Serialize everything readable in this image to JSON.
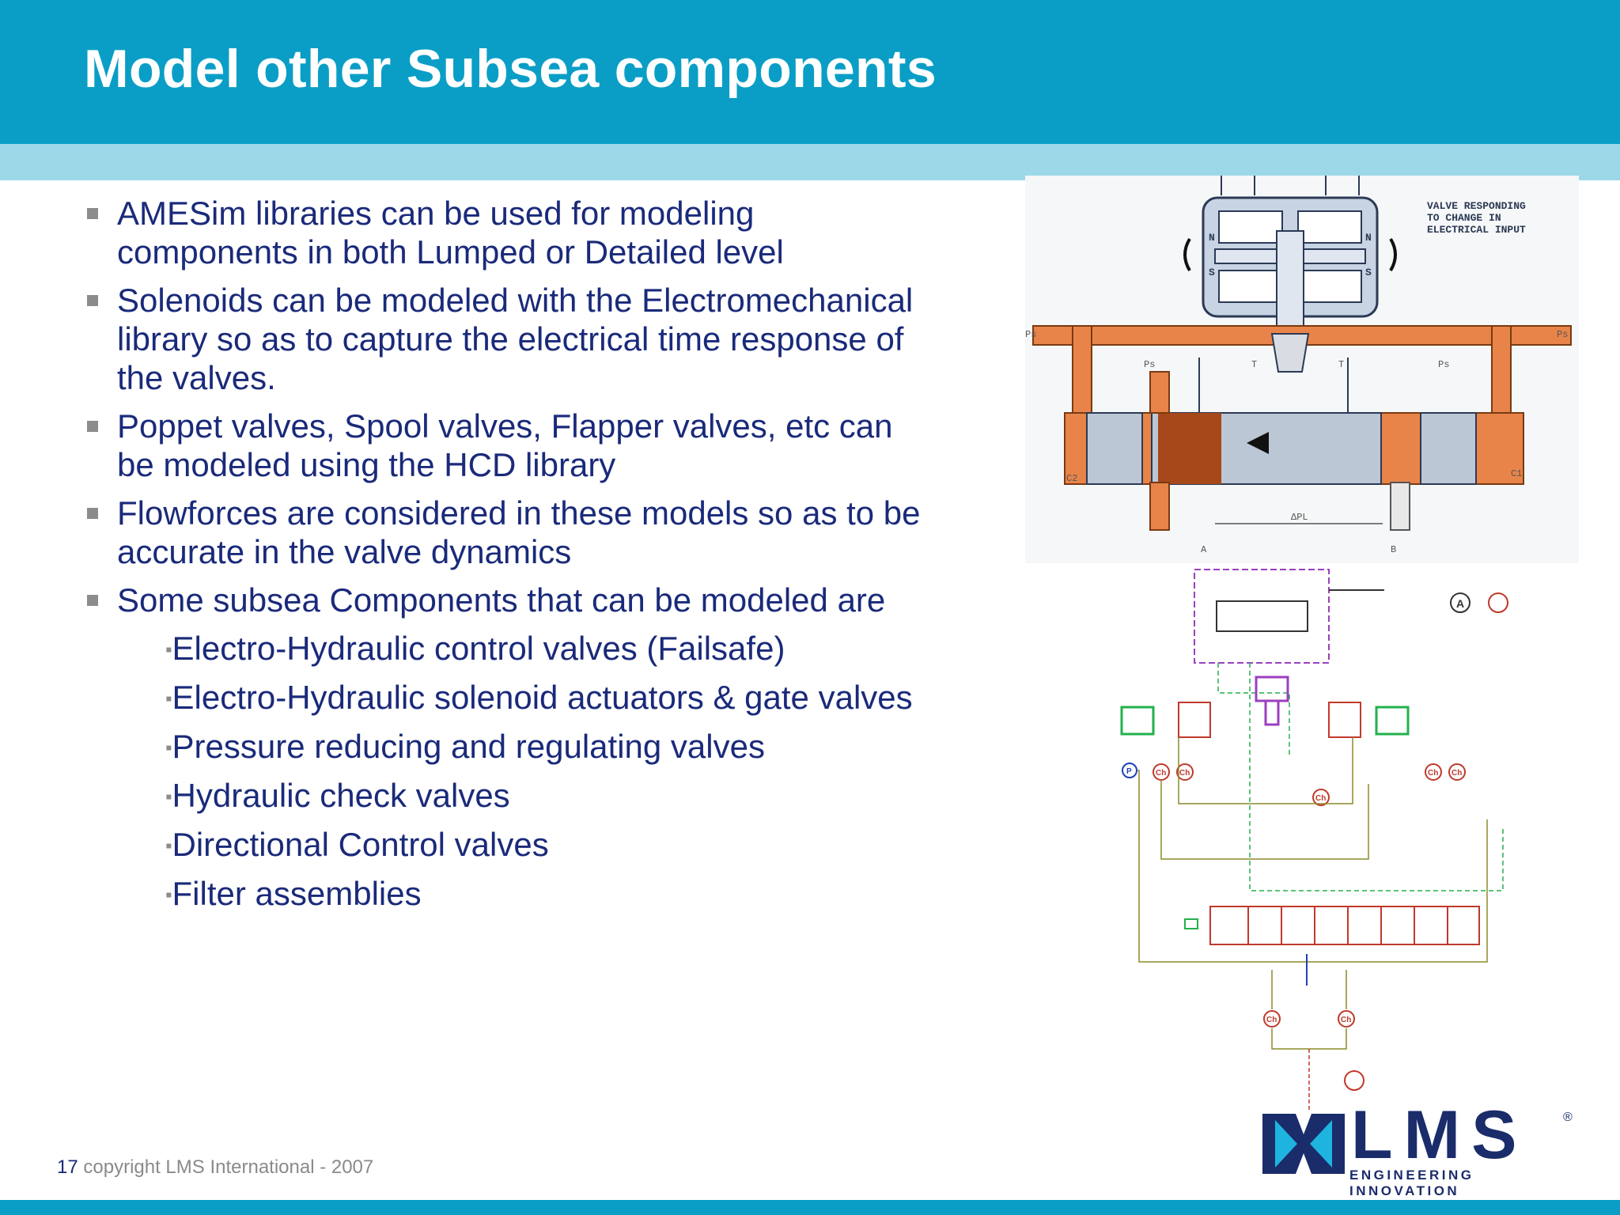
{
  "slide": {
    "title": "Model other Subsea components",
    "bullets": [
      "AMESim libraries can be used for modeling components in both Lumped or Detailed level",
      "Solenoids can be modeled with the Electromechanical library so as to capture the electrical time response of the valves.",
      "Poppet valves, Spool valves, Flapper valves, etc can be modeled using the HCD library",
      "Flowforces are considered in these models so as to be accurate in the valve dynamics",
      "Some subsea Components that can be modeled are"
    ],
    "sub_marker": "▪",
    "sub_items": [
      "Electro-Hydraulic control valves (Failsafe)",
      "Electro-Hydraulic solenoid actuators & gate valves",
      "Pressure reducing and regulating valves",
      "Hydraulic check valves",
      "Directional Control valves",
      "Filter assemblies"
    ]
  },
  "valve_figure": {
    "annotation_lines": [
      "VALVE RESPONDING",
      "TO CHANGE IN",
      "ELECTRICAL INPUT"
    ],
    "labels": {
      "ps_left": "Ps",
      "ps_right": "Ps",
      "ps_spool_left": "Ps",
      "ps_spool_right": "Ps",
      "t_left": "T",
      "t_right": "T",
      "c2": "C2",
      "c1": "C1",
      "port_a": "A",
      "port_b": "B",
      "delta_p": "ΔPL",
      "n1": "N",
      "s1": "S",
      "n2": "N",
      "s2": "S"
    }
  },
  "schematic": {
    "ammeter_label": "A",
    "pressure_label": "P",
    "chamber_label": "Ch"
  },
  "footer": {
    "page_number": "17",
    "copyright": "copyright LMS International - 2007"
  },
  "logo": {
    "wordmark": "LMS",
    "registered": "®",
    "tagline": "ENGINEERING INNOVATION"
  },
  "colors": {
    "header": "#0a9ec6",
    "header_strip": "#9dd8e8",
    "body_text": "#1a2a7a",
    "bullet_marker": "#8c8c8c",
    "footer_text": "#8a8a8a",
    "hydraulic_fluid": "#e8844a",
    "logo_navy": "#1b2c6b",
    "schematic_red": "#c0392b",
    "schematic_green": "#22b14c",
    "schematic_olive": "#8c8c2a",
    "schematic_blue": "#1f3fbf",
    "schematic_purple": "#9b3fbf"
  }
}
